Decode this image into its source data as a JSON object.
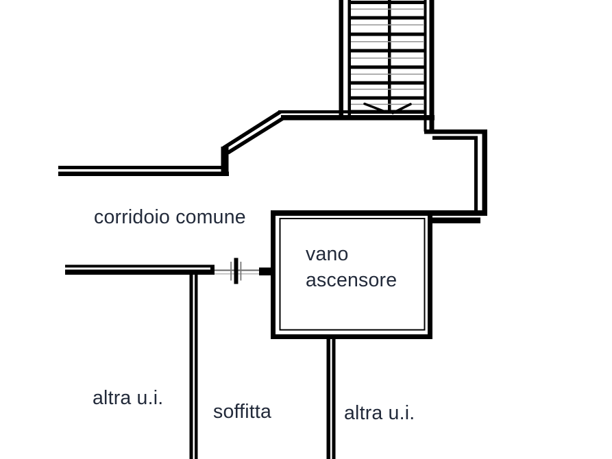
{
  "document": {
    "type": "floor-plan",
    "language": "it"
  },
  "labels": {
    "corridor": "corridoio comune",
    "elevator_line1": "vano",
    "elevator_line2": "ascensore",
    "unit_left": "altra u.i.",
    "attic": "soffitta",
    "unit_right": "altra u.i."
  },
  "symbols": {
    "staircase": "stair-run-with-treads",
    "stair_direction": "down-chevron-arrows",
    "door": "door-tick-mark"
  },
  "colors": {
    "wall": "#000000",
    "text": "#222a3a",
    "thin_line": "#9a9a9a",
    "background": "#ffffff",
    "door_jamb": "#666666",
    "door_jamb_faint": "#b5b5b5",
    "door_flank": "#777777"
  }
}
